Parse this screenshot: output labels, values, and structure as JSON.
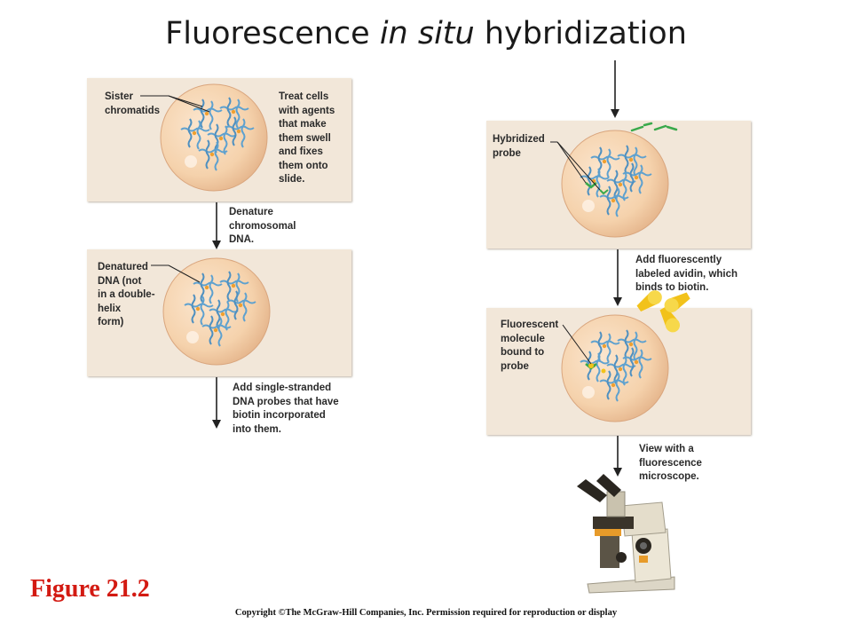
{
  "title": {
    "pre": "Fluorescence ",
    "italic": "in situ",
    "post": " hybridization"
  },
  "labels": {
    "sister_chromatids": "Sister\nchromatids",
    "treat_cells": "Treat cells\nwith agents\nthat make\nthem swell\nand fixes\nthem onto\nslide.",
    "denature": "Denature\nchromosomal\nDNA.",
    "denatured_dna": "Denatured\nDNA (not\nin a double-\nhelix\nform)",
    "add_probes": "Add single-stranded\nDNA probes that have\nbiotin incorporated\ninto them.",
    "hybridized_probe": "Hybridized\nprobe",
    "add_avidin": "Add fluorescently\nlabeled avidin, which\nbinds to biotin.",
    "fluorescent_molecule": "Fluorescent\nmolecule\nbound to\nprobe",
    "view_microscope": "View with a\nfluorescence\nmicroscope."
  },
  "figure_label": "Figure 21.2",
  "copyright": "Copyright ©The McGraw-Hill Companies, Inc. Permission required for reproduction or display",
  "colors": {
    "cell": "#f5d2ac",
    "chromosome": "#5ea1cf",
    "probe": "#39a94b",
    "fluor": "#f2c21a",
    "title_red": "#d31a12"
  }
}
